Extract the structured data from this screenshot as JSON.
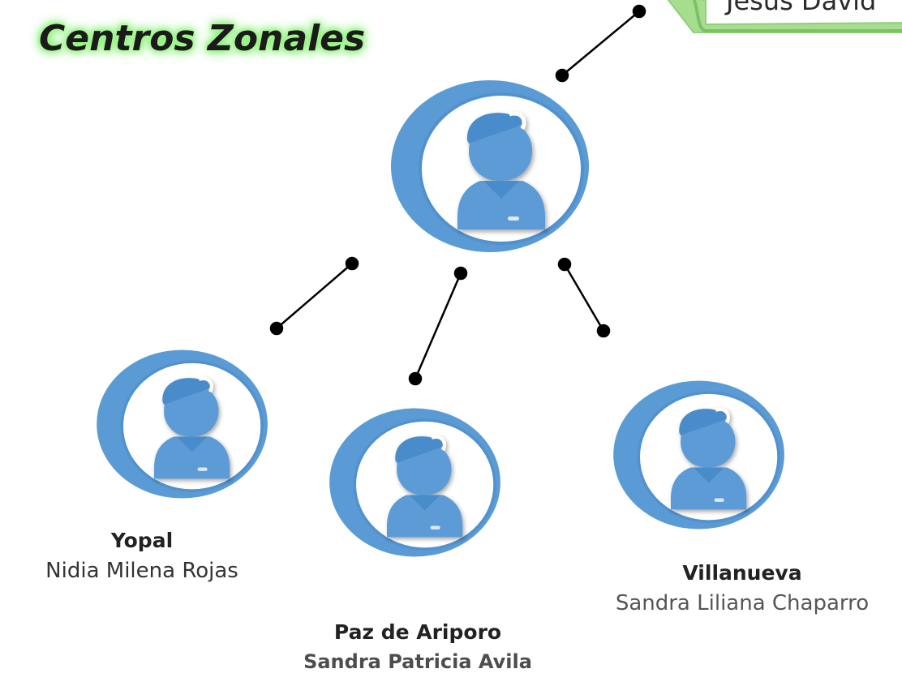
{
  "header": {
    "title_line2": "Centros Zonales"
  },
  "top_callout": {
    "person": "Jesús David"
  },
  "nodes": [
    {
      "id": "root",
      "city": "",
      "person": ""
    },
    {
      "id": "yopal",
      "city": "Yopal",
      "person": "Nidia Milena Rojas"
    },
    {
      "id": "paz",
      "city": "Paz de Ariporo",
      "person": "Sandra Patricia Avila"
    },
    {
      "id": "villanueva",
      "city": "Villanueva",
      "person": "Sandra Liliana Chaparro"
    }
  ],
  "colors": {
    "avatar_blue": "#5b9bd5",
    "avatar_dark": "#3f7fc0",
    "title_glow": "#7cf06b",
    "callout_green": "#8fd17a",
    "connector": "#000000"
  },
  "icons": {
    "avatar": "person-icon"
  }
}
